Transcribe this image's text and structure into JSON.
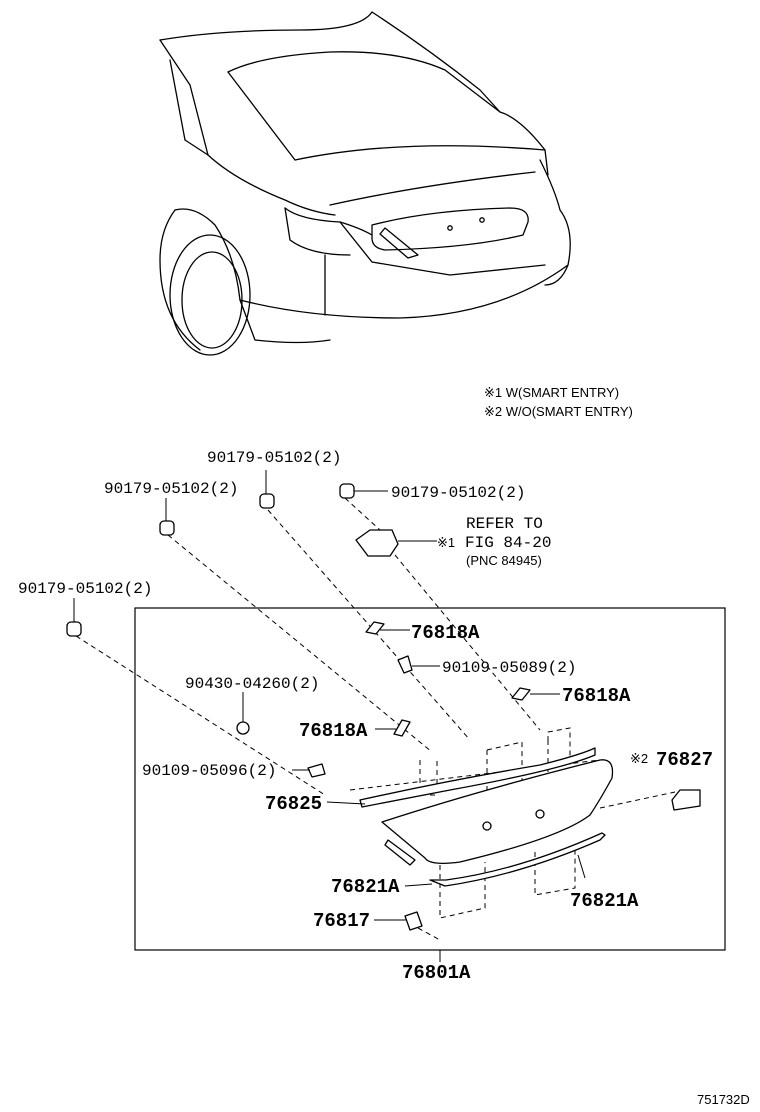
{
  "notes": {
    "note1": "※1 W(SMART ENTRY)",
    "note2": "※2 W/O(SMART ENTRY)"
  },
  "refer": {
    "line1": "REFER TO",
    "line2": "FIG 84-20",
    "pnc": "(PNC 84945)",
    "marker": "※1"
  },
  "labels": {
    "clip_top": "90179-05102(2)",
    "clip_mid_left": "90179-05102(2)",
    "clip_right": "90179-05102(2)",
    "clip_far_left": "90179-05102(2)",
    "nut": "90430-04260(2)",
    "screw_left": "90109-05096(2)",
    "screw_center": "90109-05089(2)",
    "pad_top": "76818A",
    "pad_right": "76818A",
    "pad_left": "76818A",
    "lamp": "76827",
    "lamp_marker": "※2",
    "moulding": "76825",
    "strip_left": "76821A",
    "strip_right": "76821A",
    "clip_bottom": "76817",
    "assembly": "76801A"
  },
  "figure_id": "751732D"
}
